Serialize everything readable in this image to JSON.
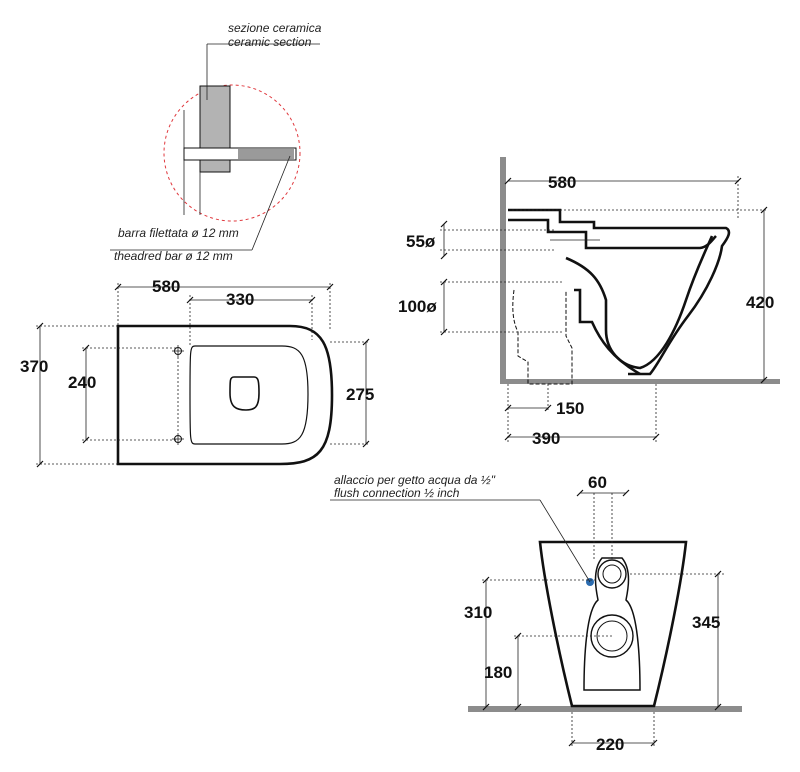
{
  "detail": {
    "section_label_it": "sezione ceramica",
    "section_label_en": "ceramic section",
    "bar_label_it": "barra filettata ø 12 mm",
    "bar_label_en": "theadred bar ø 12 mm"
  },
  "top_view": {
    "width_580": "580",
    "fixing_330": "330",
    "depth_370": "370",
    "fixing_240": "240",
    "seat_275": "275"
  },
  "side_view": {
    "length_580": "580",
    "inlet_55": "55ø",
    "outlet_100": "100ø",
    "height_420": "420",
    "outlet_150": "150",
    "length_390": "390"
  },
  "back_view": {
    "flush_label_it": "allaccio per getto acqua da ½\"",
    "flush_label_en": "flush connection ½ inch",
    "offset_60": "60",
    "height_310": "310",
    "height_345": "345",
    "height_180": "180",
    "width_220": "220"
  },
  "colors": {
    "ink": "#111111",
    "floor": "#8c8c8c",
    "wall_section": "#b3b3b3",
    "detail_circle": "#e0393e",
    "flush_dot": "#2b6cb0"
  }
}
